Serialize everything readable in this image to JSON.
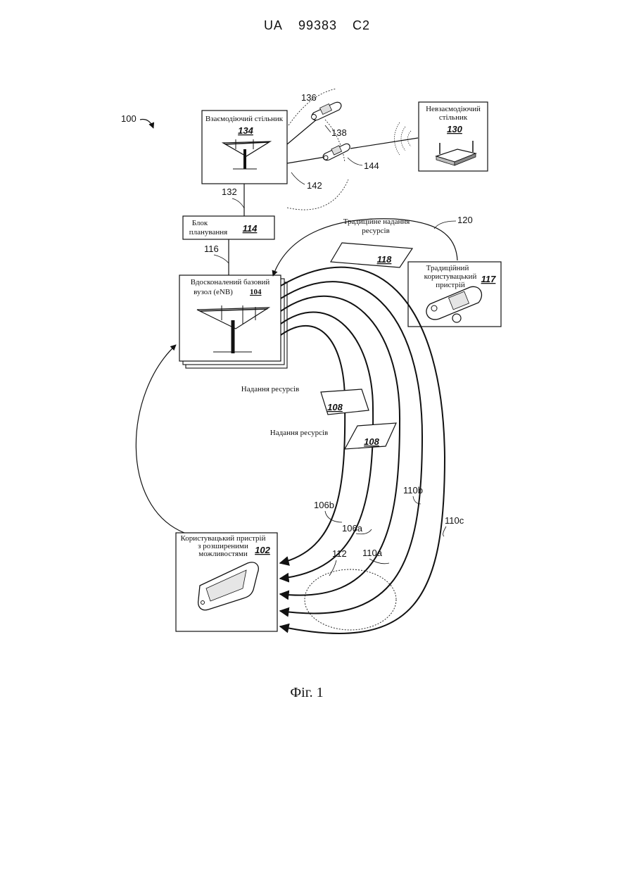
{
  "header": {
    "country": "UA",
    "number": "99383",
    "kind": "C2"
  },
  "figure": {
    "ref_system": "100",
    "caption": "Фіг. 1",
    "cooperating_cell": {
      "title": "Взаємодіючий стільник",
      "ref": "134"
    },
    "noncooperating_cell": {
      "title_1": "Невзаємодіючий",
      "title_2": "стільник",
      "ref": "130"
    },
    "scheduler": {
      "title_1": "Блок",
      "title_2": "планування",
      "ref": "114"
    },
    "enb": {
      "title_1": "Вдосконалений базовий",
      "title_2": "вузол (eNB)",
      "ref": "104"
    },
    "legacy_device": {
      "title_1": "Традиційний",
      "title_2": "користувацький",
      "title_3": "пристрій",
      "ref": "117"
    },
    "enhanced_device": {
      "title_1": "Користувацький пристрій",
      "title_2": "з розширеними",
      "title_3": "можливостями",
      "ref": "102"
    },
    "legacy_grant": {
      "title_1": "Традиційне надання",
      "title_2": "ресурсів",
      "ref": "120",
      "packet_ref": "118"
    },
    "grant_1": {
      "title": "Надання ресурсів",
      "ref": "108"
    },
    "grant_2": {
      "title": "Надання ресурсів",
      "ref": "108"
    },
    "refs": {
      "r132": "132",
      "r116": "116",
      "r136": "136",
      "r138": "138",
      "r142": "142",
      "r144": "144",
      "r106a": "106a",
      "r106b": "106b",
      "r110a": "110a",
      "r110b": "110b",
      "r110c": "110c",
      "r112": "112"
    }
  }
}
